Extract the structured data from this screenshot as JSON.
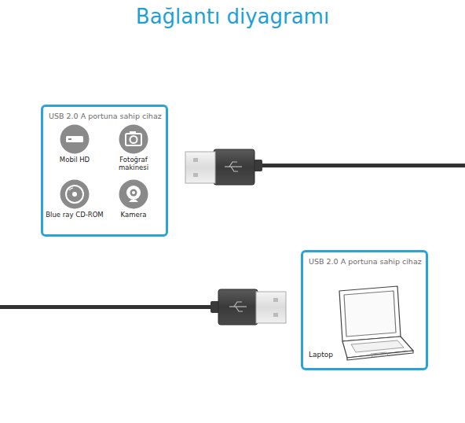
{
  "diagram": {
    "title": "Bağlantı diyagramı",
    "nodes": [
      {
        "text": [
          "USB 2.0 A portuna sahip cihaz"
        ]
      },
      {
        "text": [
          "Mobil HD"
        ],
        "in": 0
      },
      {
        "text": [
          "Fotoğraf makinesi"
        ],
        "in": 0
      },
      {
        "text": [
          "Blue ray CD-ROM"
        ],
        "in": 0
      },
      {
        "text": [
          "Kamera"
        ],
        "in": 0
      },
      {
        "text": [
          "USB 2.0 A portuna sahip cihaz",
          "Laptop"
        ]
      }
    ]
  }
}
